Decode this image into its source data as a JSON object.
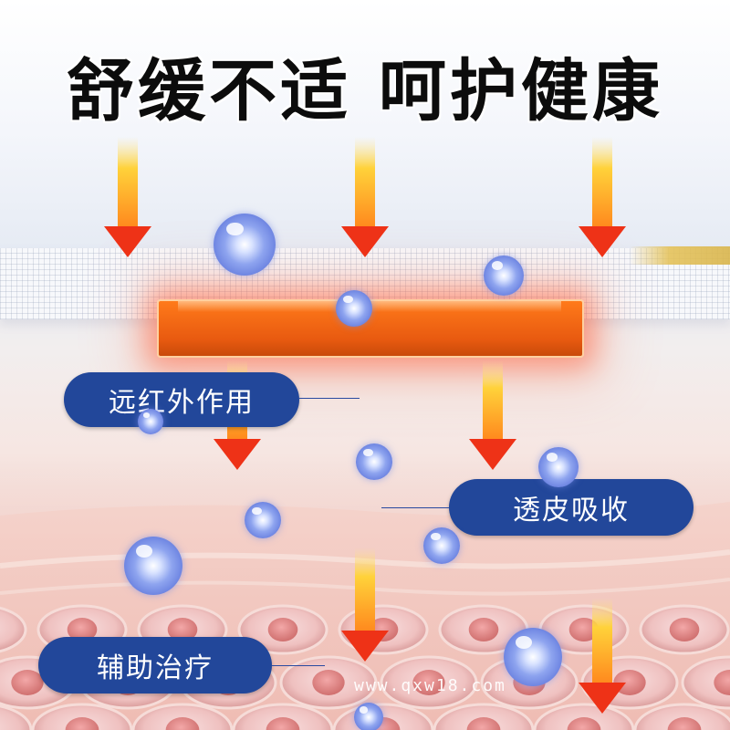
{
  "title": "舒缓不适 呵护健康",
  "labels": {
    "far_infrared": "远红外作用",
    "transdermal": "透皮吸收",
    "adjuvant": "辅助治疗"
  },
  "watermark": "www.qxw18.com",
  "colors": {
    "label_bg": "#22479a",
    "label_text": "#ffffff",
    "arrow_red": "#ee3217",
    "arrow_glow": "#ffd23a",
    "heat_pad": "#ff7a1a"
  },
  "icons": [
    "down-arrow-icon",
    "molecule-bubble-icon"
  ]
}
